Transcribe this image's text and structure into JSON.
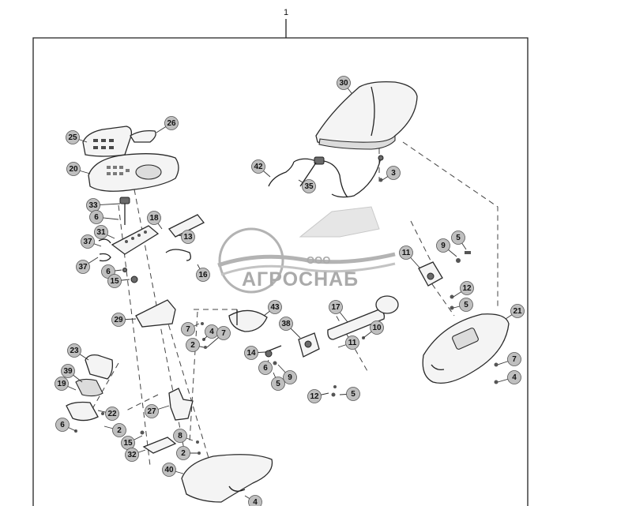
{
  "assembly_number": "1",
  "watermark": {
    "brand": "АГРОСНАБ",
    "prefix": "ООО"
  },
  "callouts": [
    {
      "label": "30"
    },
    {
      "label": "26"
    },
    {
      "label": "25"
    },
    {
      "label": "20"
    },
    {
      "label": "42"
    },
    {
      "label": "35"
    },
    {
      "label": "3"
    },
    {
      "label": "33"
    },
    {
      "label": "6"
    },
    {
      "label": "18"
    },
    {
      "label": "13"
    },
    {
      "label": "31"
    },
    {
      "label": "37"
    },
    {
      "label": "37"
    },
    {
      "label": "6"
    },
    {
      "label": "15"
    },
    {
      "label": "16"
    },
    {
      "label": "9"
    },
    {
      "label": "5"
    },
    {
      "label": "11"
    },
    {
      "label": "12"
    },
    {
      "label": "5"
    },
    {
      "label": "21"
    },
    {
      "label": "43"
    },
    {
      "label": "17"
    },
    {
      "label": "29"
    },
    {
      "label": "7"
    },
    {
      "label": "4"
    },
    {
      "label": "7"
    },
    {
      "label": "2"
    },
    {
      "label": "38"
    },
    {
      "label": "10"
    },
    {
      "label": "11"
    },
    {
      "label": "14"
    },
    {
      "label": "6"
    },
    {
      "label": "9"
    },
    {
      "label": "5"
    },
    {
      "label": "23"
    },
    {
      "label": "39"
    },
    {
      "label": "19"
    },
    {
      "label": "22"
    },
    {
      "label": "12"
    },
    {
      "label": "5"
    },
    {
      "label": "7"
    },
    {
      "label": "4"
    },
    {
      "label": "27"
    },
    {
      "label": "6"
    },
    {
      "label": "2"
    },
    {
      "label": "15"
    },
    {
      "label": "8"
    },
    {
      "label": "32"
    },
    {
      "label": "2"
    },
    {
      "label": "40"
    },
    {
      "label": "4"
    }
  ],
  "colors": {
    "callout_fill": "#bfbfbf",
    "line": "#222222",
    "watermark": "#8e8e8e"
  }
}
